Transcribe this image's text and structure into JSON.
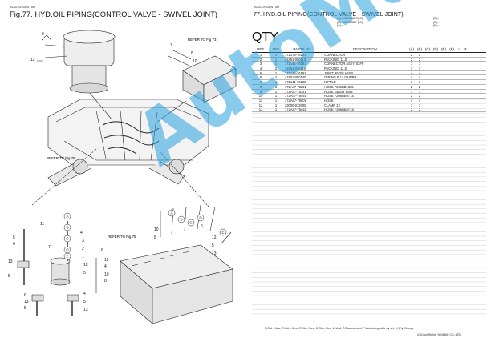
{
  "page": {
    "code_left": "6CS10-G64700",
    "code_right": "6CS10-G64700",
    "figure_title": "Fig.77.  HYD.OIL PIPING(CONTROL VALVE - SWIVEL JOINT)",
    "list_title": "77.  HYD.OIL PIPING(CONTROL VALVE - SWIVEL JOINT)"
  },
  "variant_notes": [
    {
      "left": "(A)=ViO55-5B C(IO)",
      "right": "(D)="
    },
    {
      "left": "(B)=ViO55-5B P(IO)",
      "right": "(E)="
    },
    {
      "left": "(C)=",
      "right": "(F)="
    }
  ],
  "table": {
    "qty_label": "QTY",
    "headers": {
      "ref": "REF.",
      "lev": "LEV.",
      "part_no": "PARTS NO.",
      "description": "DESCRIPTION",
      "qa": "(A)",
      "qb": "(B)",
      "qc": "(C)",
      "qd": "(D)",
      "qe": "(E)",
      "qf": "(F)",
      "i": "I",
      "r": "R"
    },
    "rows": [
      {
        "ref": "1",
        "lev": "1",
        "part_no": "172173-76121",
        "description": "CONNECTOR",
        "qa": "2",
        "qb": "2"
      },
      {
        "ref": "2",
        "lev": "1",
        "part_no": "41851-000110",
        "description": "PACKING, 11.0",
        "qa": "2",
        "qb": "2"
      },
      {
        "ref": "3",
        "lev": "1",
        "part_no": "172141-76181",
        "description": "CONNECTOR ASSY, 02FF",
        "qa": "1",
        "qb": "1"
      },
      {
        "ref": "4",
        "lev": "2",
        "part_no": "41851-000110",
        "description": "PACKING, 11.0",
        "qa": "1",
        "qb": "1"
      },
      {
        "ref": "5",
        "lev": "1",
        "part_no": "172142-76191",
        "description": "JOINT 90-3/8 ASSY",
        "qa": "4",
        "qb": "4"
      },
      {
        "ref": "6",
        "lev": "2",
        "part_no": "41801-000140",
        "description": "O-RING P 14.0 HNBR",
        "qa": "4",
        "qb": "4"
      },
      {
        "ref": "7",
        "lev": "1",
        "part_no": "172141-76220",
        "description": "NIPPLE",
        "qa": "1",
        "qb": "1"
      },
      {
        "ref": "8",
        "lev": "1",
        "part_no": "172A47-78221",
        "description": "HOSE F206BB1025",
        "qa": "2",
        "qb": "2"
      },
      {
        "ref": "9",
        "lev": "1",
        "part_no": "172A47-76341",
        "description": "HOSE GB04YY058",
        "qa": "1",
        "qb": "1"
      },
      {
        "ref": "10",
        "lev": "1",
        "part_no": "172A47-78461",
        "description": "HOSE F206BE071S",
        "qa": "2",
        "qb": "2"
      },
      {
        "ref": "11",
        "lev": "1",
        "part_no": "172A47-78609",
        "description": "HOSE",
        "qa": "1",
        "qb": "1"
      },
      {
        "ref": "12",
        "lev": "1",
        "part_no": "23000-013000",
        "description": "CLAMP 13",
        "qa": "1",
        "qb": "1"
      },
      {
        "ref": "13",
        "lev": "1",
        "part_no": "172A47-78461",
        "description": "HOSE F206BE071S",
        "qa": "2",
        "qb": "2"
      }
    ]
  },
  "diagram": {
    "refer_label_1": "REFER TO Fig 78",
    "refer_label_2": "REFER TO Fig 73",
    "refer_label_3": "REFER TO Fig 75",
    "callouts_top": [
      "9",
      "12",
      "7"
    ],
    "callouts_right_top": [
      "8",
      "10"
    ],
    "callouts_bottom_left": [
      "11",
      "5",
      "6",
      "7",
      "13",
      "5",
      "4",
      "3",
      "2",
      "1",
      "13",
      "5",
      "6",
      "12",
      "4",
      "10",
      "8",
      "6",
      "13",
      "5",
      "4",
      "5",
      "13"
    ],
    "callouts_bottom_right": [
      "10",
      "8",
      "6",
      "12",
      "5",
      "13"
    ],
    "circle_letters": [
      "A",
      "B",
      "C",
      "D",
      "E",
      "A",
      "B",
      "C",
      "D",
      "E"
    ]
  },
  "footer": {
    "legend": "N:Old→New, O:Old→New, R:Old→New, S:Old→New, W:Add, Z:Discontinued, F:Interchangeable by set, K:Q'ty Change",
    "copyright": "(C)Copy Rights YANMAR CO.,LTD."
  },
  "watermark": {
    "text": "AutoManual",
    "color": "#28a0dc"
  }
}
